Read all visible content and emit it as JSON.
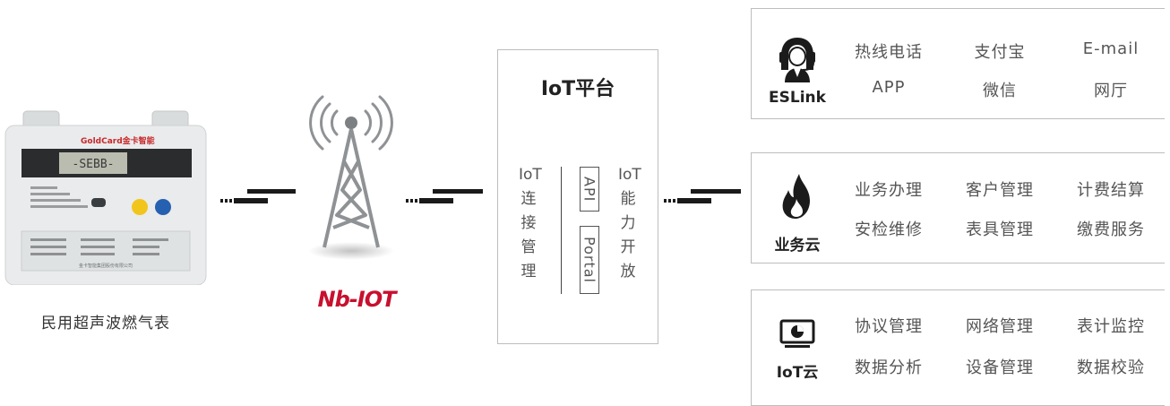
{
  "meter": {
    "caption": "民用超声波燃气表",
    "brand": "GoldCard金卡智能",
    "lcd": "-SEBB-",
    "footer": "金卡智能集团股份有限公司",
    "colors": {
      "body": "#e7e9ea",
      "brand_red": "#c8282a",
      "yellow_button": "#f2c51c",
      "blue_button": "#2660b0"
    }
  },
  "nbiot": {
    "logo": "Nb-IOT",
    "colors": {
      "logo_red": "#c8102e",
      "tower": "#8f9295"
    }
  },
  "platform": {
    "title": "IoT平台",
    "left_col": [
      "IoT",
      "连",
      "接",
      "管",
      "理"
    ],
    "boxes": [
      "API",
      "Portal"
    ],
    "right_col": [
      "IoT",
      "能",
      "力",
      "开",
      "放"
    ]
  },
  "services": [
    {
      "label": "ESLink",
      "icon": "person-headset-icon",
      "rows": [
        [
          "热线电话",
          "支付宝",
          "E-mail"
        ],
        [
          "APP",
          "微信",
          "网厅"
        ]
      ]
    },
    {
      "label": "业务云",
      "icon": "flame-icon",
      "rows": [
        [
          "业务办理",
          "客户管理",
          "计费结算"
        ],
        [
          "安检维修",
          "表具管理",
          "缴费服务"
        ]
      ]
    },
    {
      "label": "IoT云",
      "icon": "monitor-chart-icon",
      "rows": [
        [
          "协议管理",
          "网络管理",
          "表计监控"
        ],
        [
          "数据分析",
          "设备管理",
          "数据校验"
        ]
      ]
    }
  ],
  "colors": {
    "connector": "#1a1a1a",
    "border": "#bdbdbd",
    "text": "#555555"
  }
}
